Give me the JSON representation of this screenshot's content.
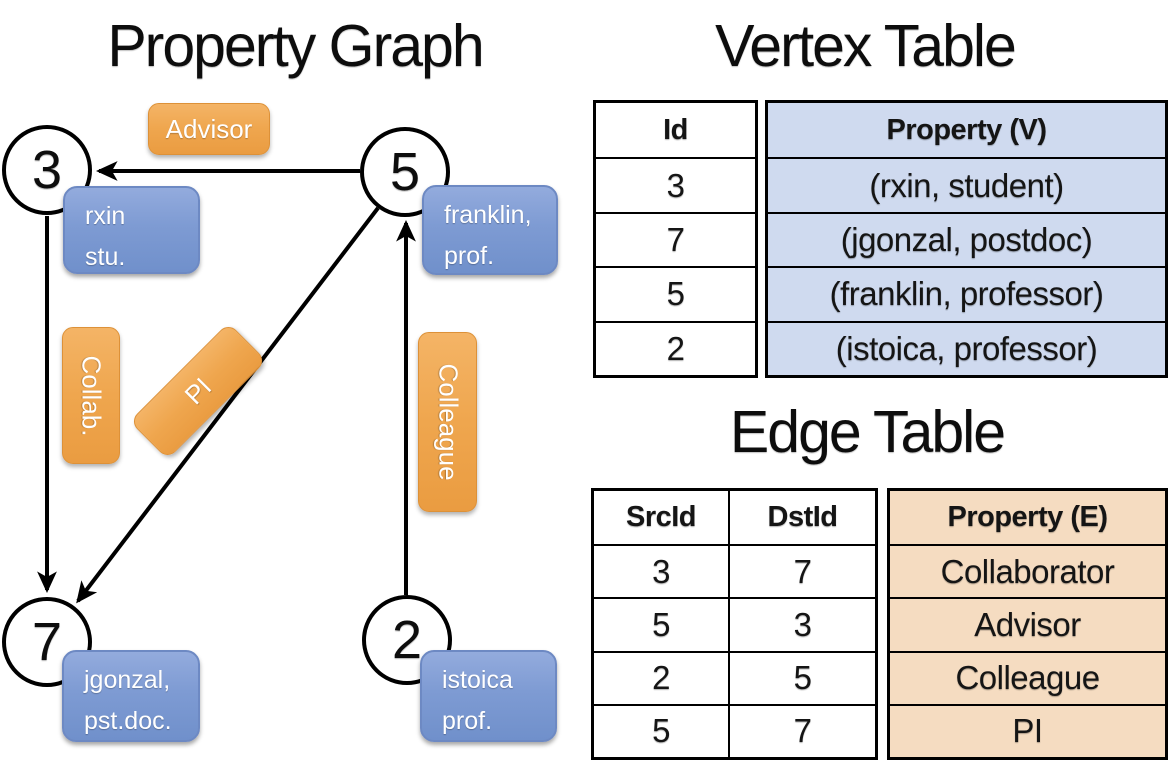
{
  "titles": {
    "property_graph": "Property Graph",
    "vertex_table": "Vertex Table",
    "edge_table": "Edge Table"
  },
  "colors": {
    "edge_label_orange": "#efa64e",
    "vertex_box_blue": "#7e9bd3",
    "vertex_table_fill": "#cfdaef",
    "edge_table_fill": "#f5dcc1",
    "line_black": "#000000"
  },
  "graph": {
    "nodes": [
      {
        "id": "3",
        "line1": "rxin",
        "line2": "stu."
      },
      {
        "id": "5",
        "line1": "franklin,",
        "line2": "prof."
      },
      {
        "id": "7",
        "line1": "jgonzal,",
        "line2": "pst.doc."
      },
      {
        "id": "2",
        "line1": "istoica",
        "line2": "prof."
      }
    ],
    "edge_labels": {
      "advisor": "Advisor",
      "collab": "Collab.",
      "pi": "PI",
      "colleague": "Colleague"
    }
  },
  "vertex_table": {
    "headers": [
      "Id",
      "Property (V)"
    ],
    "rows": [
      {
        "id": "3",
        "property": "(rxin, student)"
      },
      {
        "id": "7",
        "property": "(jgonzal, postdoc)"
      },
      {
        "id": "5",
        "property": "(franklin, professor)"
      },
      {
        "id": "2",
        "property": "(istoica, professor)"
      }
    ]
  },
  "edge_table": {
    "headers": [
      "SrcId",
      "DstId",
      "Property (E)"
    ],
    "rows": [
      {
        "src": "3",
        "dst": "7",
        "property": "Collaborator"
      },
      {
        "src": "5",
        "dst": "3",
        "property": "Advisor"
      },
      {
        "src": "2",
        "dst": "5",
        "property": "Colleague"
      },
      {
        "src": "5",
        "dst": "7",
        "property": "PI"
      }
    ]
  }
}
